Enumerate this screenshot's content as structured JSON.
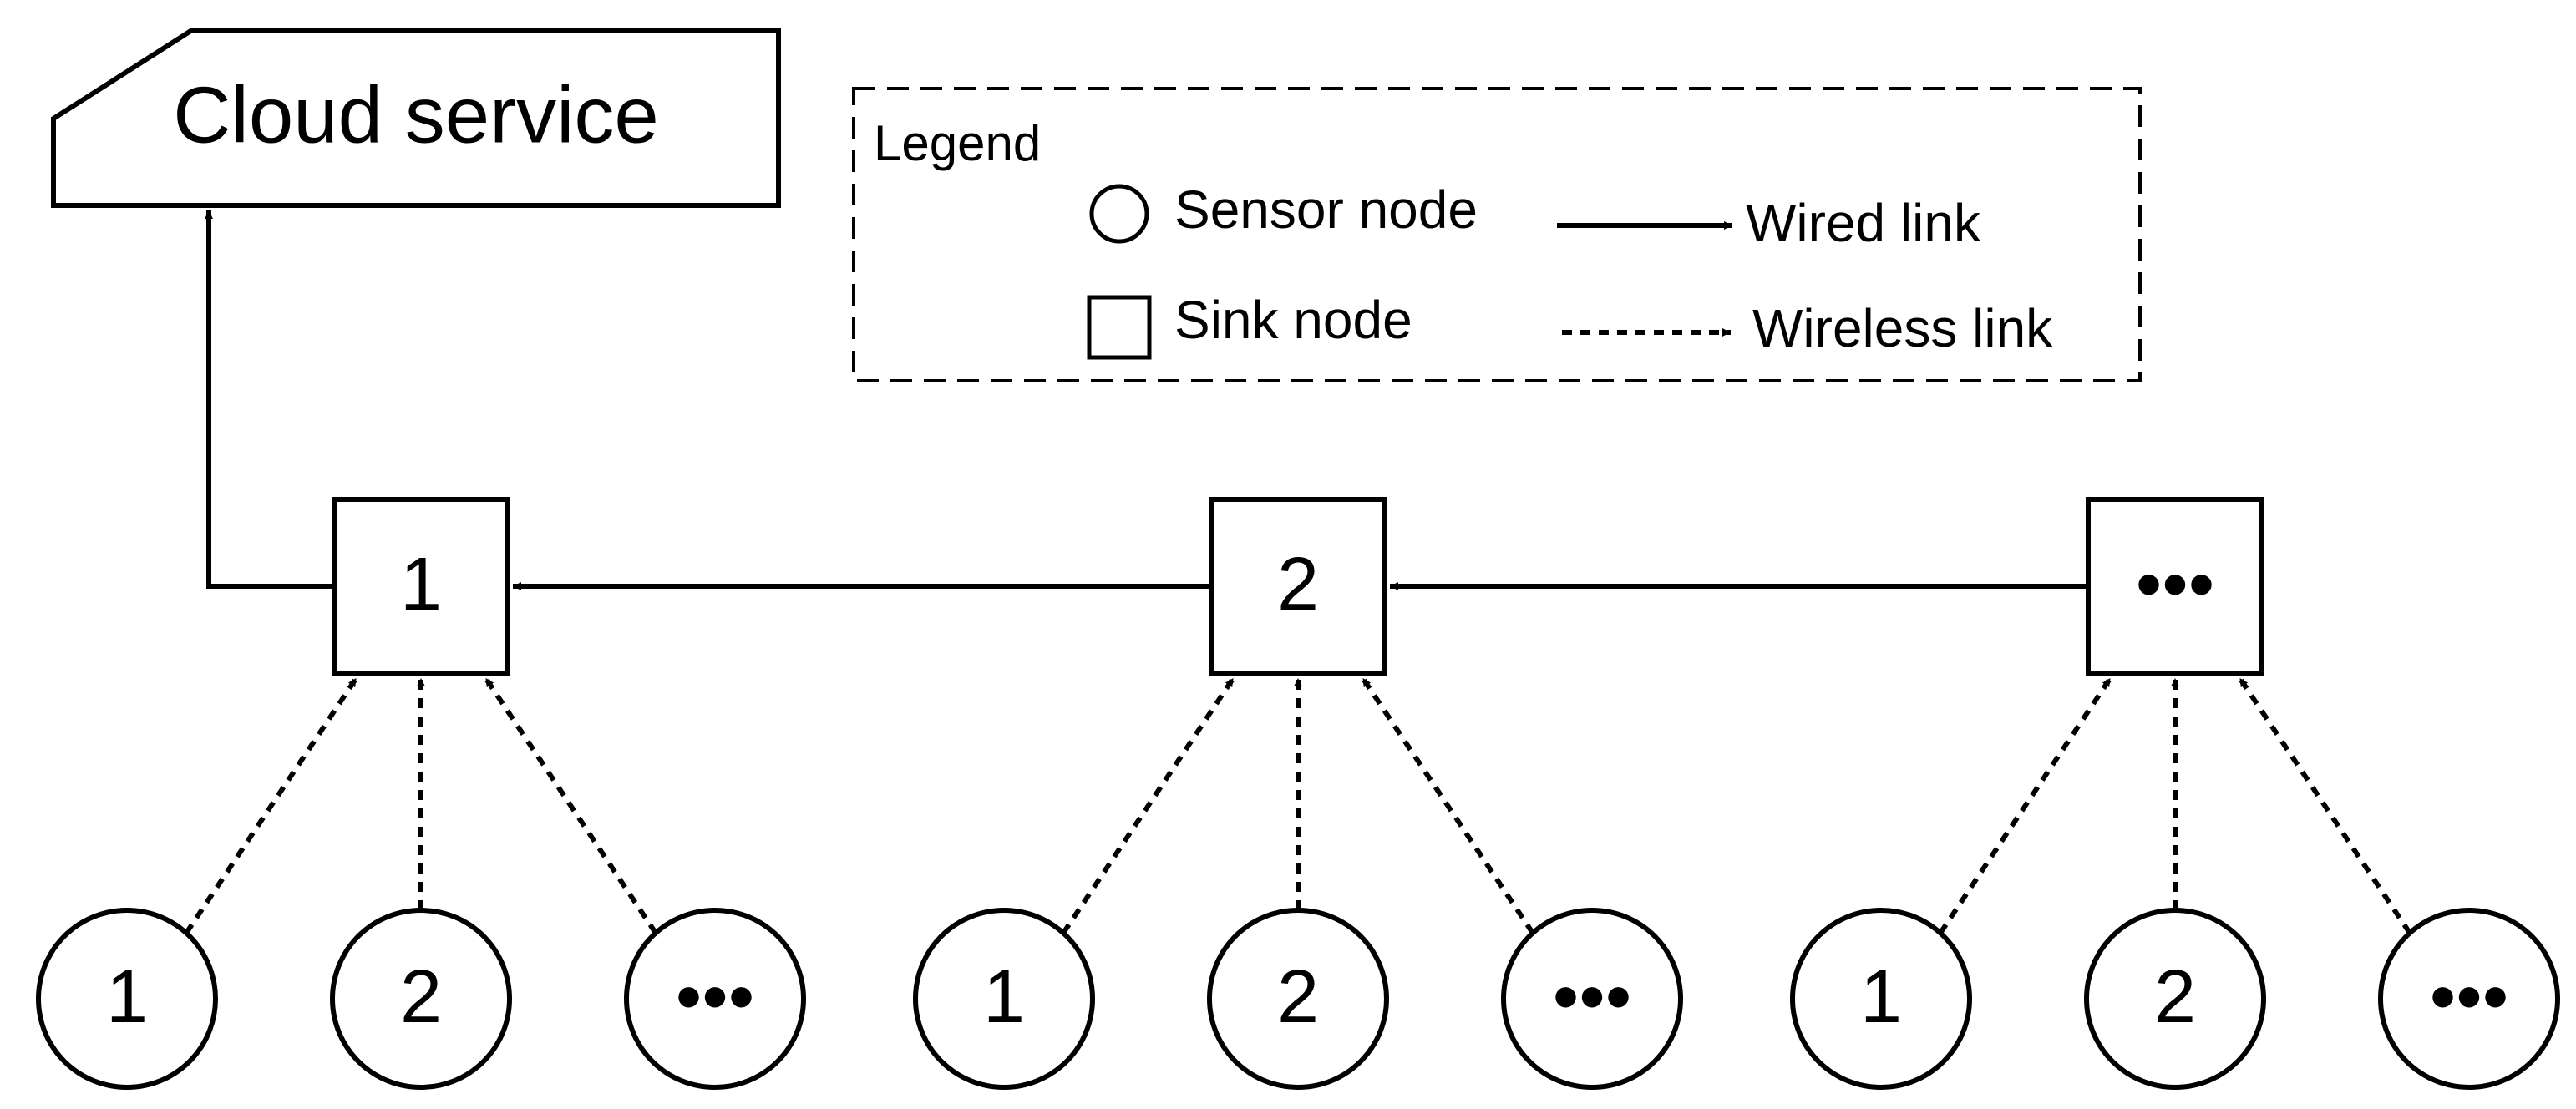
{
  "cloud": {
    "label": "Cloud service"
  },
  "legend": {
    "title": "Legend",
    "sensor_label": "Sensor node",
    "sink_label": "Sink node",
    "wired_label": "Wired link",
    "wireless_label": "Wireless link"
  },
  "sinks": [
    {
      "label": "1",
      "sensors": [
        "1",
        "2",
        "•••"
      ]
    },
    {
      "label": "2",
      "sensors": [
        "1",
        "2",
        "•••"
      ]
    },
    {
      "label": "•••",
      "sensors": [
        "1",
        "2",
        "•••"
      ]
    }
  ],
  "colors": {
    "stroke": "#000000",
    "background": "#ffffff"
  }
}
